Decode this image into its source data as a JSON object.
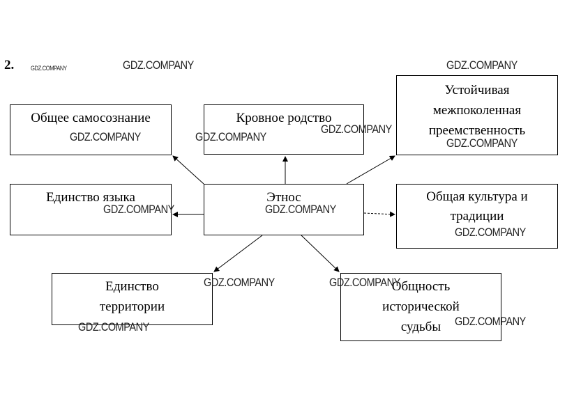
{
  "task_number": "2.",
  "center": "Этнос",
  "boxes": {
    "self_awareness": "Общее самосознание",
    "blood_kinship": "Кровное родство",
    "continuity": [
      "Устойчивая",
      "межпоколенная",
      "преемственность"
    ],
    "language": "Единство языка",
    "culture": [
      "Общая культура и",
      "традиции"
    ],
    "territory": [
      "Единство",
      "территории"
    ],
    "fate": [
      "Общность",
      "исторической",
      "судьбы"
    ]
  },
  "watermark": "GDZ.COMPANY"
}
